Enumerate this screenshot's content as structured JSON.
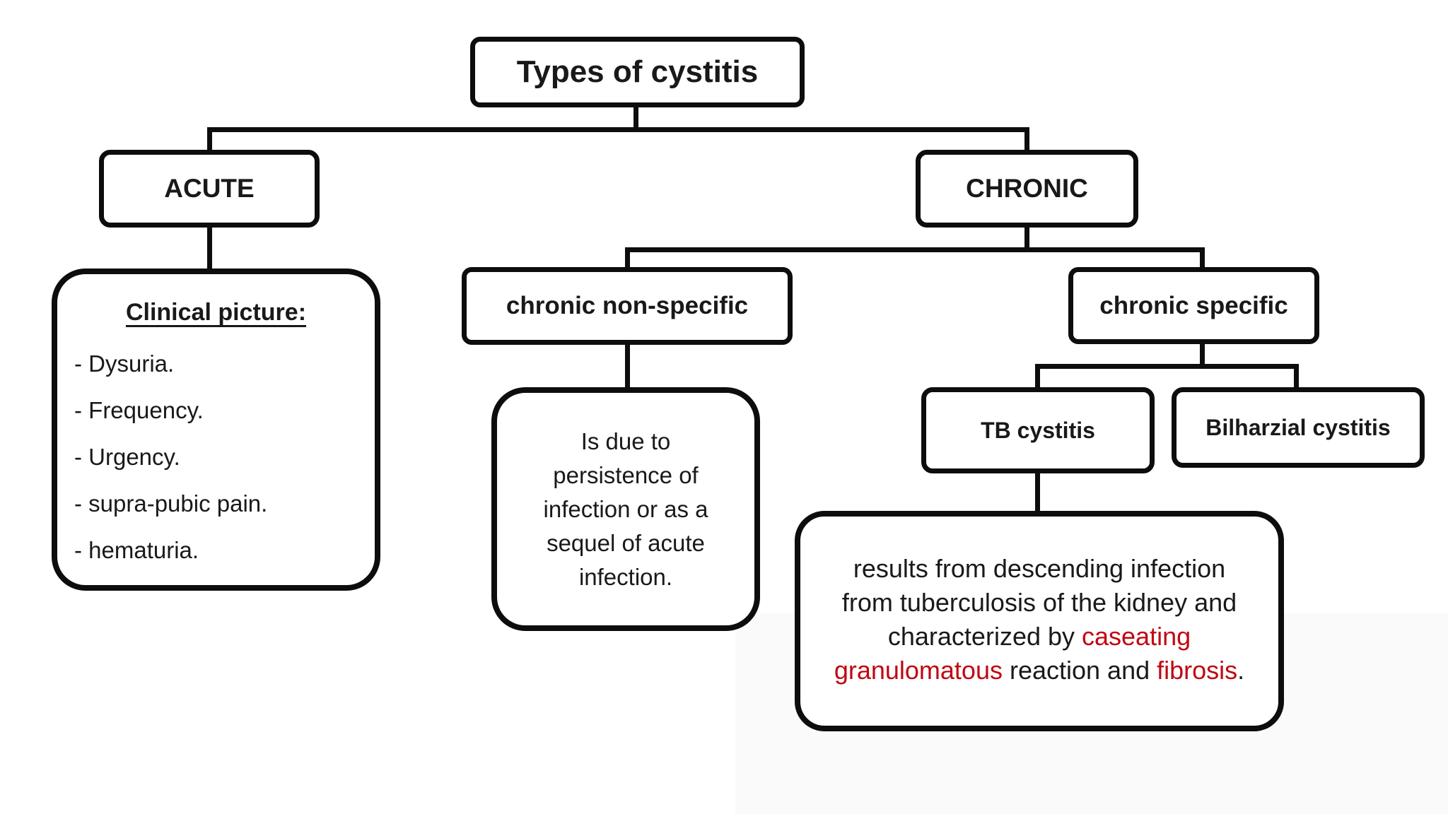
{
  "colors": {
    "red": "#c00712"
  },
  "nodes": {
    "title": "Types of cystitis",
    "acute": "ACUTE",
    "chronic": "CHRONIC",
    "chronic_non_specific": "chronic non-specific",
    "chronic_specific": "chronic specific",
    "tb": "TB cystitis",
    "bilharzial": "Bilharzial cystitis"
  },
  "clinical_picture": {
    "heading": "Clinical picture:",
    "items": [
      "- Dysuria.",
      "- Frequency.",
      "- Urgency.",
      "- supra-pubic pain.",
      "- hematuria."
    ]
  },
  "chronic_non_specific_note": {
    "lines": [
      "Is due to",
      "persistence of",
      "infection or as a",
      "sequel of acute",
      "infection."
    ]
  },
  "tb_note": {
    "segments": [
      {
        "text": "results from descending infection",
        "color": "black",
        "break": true
      },
      {
        "text": "from tuberculosis of the kidney and",
        "color": "black",
        "break": true
      },
      {
        "text": "characterized by ",
        "color": "black"
      },
      {
        "text": "caseating",
        "color": "red",
        "break": true
      },
      {
        "text": "granulomatous",
        "color": "red"
      },
      {
        "text": " reaction and ",
        "color": "black"
      },
      {
        "text": "fibrosis",
        "color": "red"
      },
      {
        "text": ".",
        "color": "black"
      }
    ]
  }
}
